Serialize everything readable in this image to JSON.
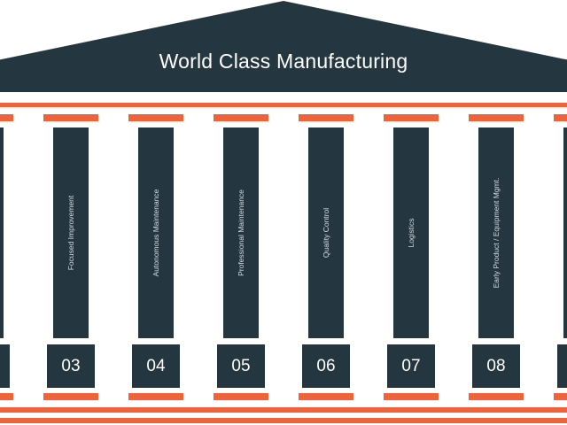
{
  "diagram": {
    "title": "World Class Manufacturing",
    "colors": {
      "roof": "#243640",
      "accent": "#f0623a",
      "text_light": "#ffffff",
      "label": "#d6dde1"
    },
    "pillars": [
      {
        "label": "",
        "number": ""
      },
      {
        "label": "Focused Improvement",
        "number": "03"
      },
      {
        "label": "Autonomous Maintenance",
        "number": "04"
      },
      {
        "label": "Professional Maintenance",
        "number": "05"
      },
      {
        "label": "Quality Control",
        "number": "06"
      },
      {
        "label": "Logistics",
        "number": "07"
      },
      {
        "label": "Early Product / Equipment Mgmt.",
        "number": "08"
      },
      {
        "label": "",
        "number": ""
      }
    ]
  }
}
